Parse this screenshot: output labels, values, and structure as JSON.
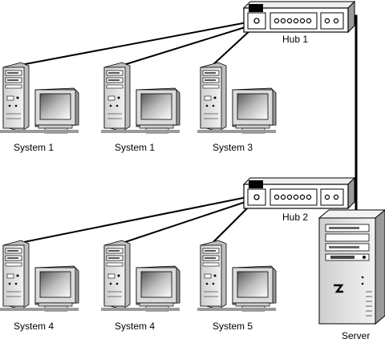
{
  "hubs": [
    {
      "id": "hub1",
      "label": "Hub 1"
    },
    {
      "id": "hub2",
      "label": "Hub 2"
    }
  ],
  "systems": [
    {
      "label": "System 1",
      "hub": "hub1"
    },
    {
      "label": "System 1",
      "hub": "hub1"
    },
    {
      "label": "System 3",
      "hub": "hub1"
    },
    {
      "label": "System 4",
      "hub": "hub2"
    },
    {
      "label": "System 4",
      "hub": "hub2"
    },
    {
      "label": "System 5",
      "hub": "hub2"
    }
  ],
  "server": {
    "label": "Server"
  },
  "colors": {
    "line": "#000000",
    "device_face": "#e6e6e6",
    "device_shadow": "#b0b0b0",
    "screen": "#8a8a8a",
    "outline": "#000000"
  }
}
